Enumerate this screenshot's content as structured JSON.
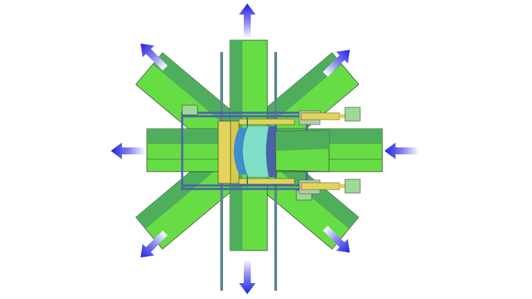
{
  "diagram": {
    "colors": {
      "belt_light": "#66dd44",
      "belt_dark": "#4fae5c",
      "frame": "#4a63a8",
      "carriage": "#e2d45a",
      "drum": "#7fe0c8",
      "pad": "#9ed996",
      "arrow": "#2a2ae0"
    },
    "arrows": [
      {
        "direction": "up"
      },
      {
        "direction": "up-right"
      },
      {
        "direction": "left-inward-from-right"
      },
      {
        "direction": "down-right"
      },
      {
        "direction": "down"
      },
      {
        "direction": "down-left"
      },
      {
        "direction": "left"
      },
      {
        "direction": "up-left"
      }
    ]
  }
}
